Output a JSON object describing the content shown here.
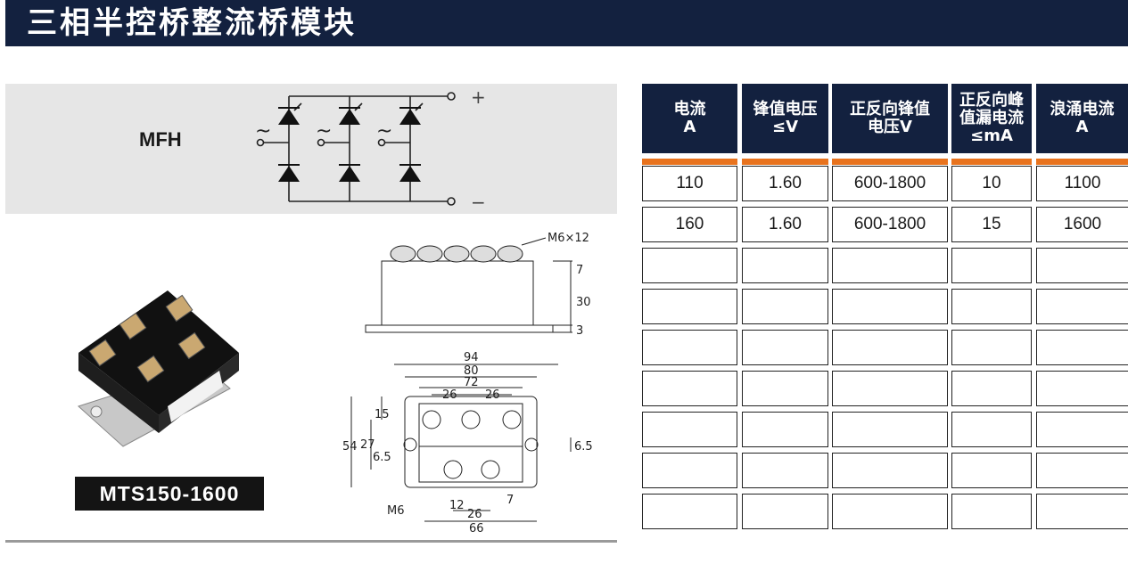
{
  "header": {
    "title": "三相半控桥整流桥模块"
  },
  "schematic": {
    "model": "MFH",
    "ac_symbol": "~",
    "plus": "+",
    "minus": "−"
  },
  "product": {
    "part_number": "MTS150-1600"
  },
  "drawing": {
    "screw": "M6×12",
    "dims": {
      "d7": "7",
      "d30": "30",
      "d3": "3",
      "d94": "94",
      "d80": "80",
      "d72": "72",
      "d26a": "26",
      "d26b": "26",
      "d15": "15",
      "d27": "27",
      "d65a": "6.5",
      "d54": "54",
      "d65b": "6.5",
      "m6": "M6",
      "d12": "12",
      "d26c": "26",
      "d66": "66",
      "d7b": "7"
    }
  },
  "spec_table": {
    "headers": [
      "电流\nA",
      "锋值电压\n≤V",
      "正反向锋值\n电压V",
      "正反向峰\n值漏电流\n≤mA",
      "浪涌电流\nA"
    ],
    "rows": [
      [
        "110",
        "1.60",
        "600-1800",
        "10",
        "1100"
      ],
      [
        "160",
        "1.60",
        "600-1800",
        "15",
        "1600"
      ],
      [
        "",
        "",
        "",
        "",
        ""
      ],
      [
        "",
        "",
        "",
        "",
        ""
      ],
      [
        "",
        "",
        "",
        "",
        ""
      ],
      [
        "",
        "",
        "",
        "",
        ""
      ],
      [
        "",
        "",
        "",
        "",
        ""
      ],
      [
        "",
        "",
        "",
        "",
        ""
      ],
      [
        "",
        "",
        "",
        "",
        ""
      ]
    ]
  },
  "colors": {
    "navy": "#13213f",
    "orange": "#e8731e",
    "panel": "#e6e6e6"
  }
}
